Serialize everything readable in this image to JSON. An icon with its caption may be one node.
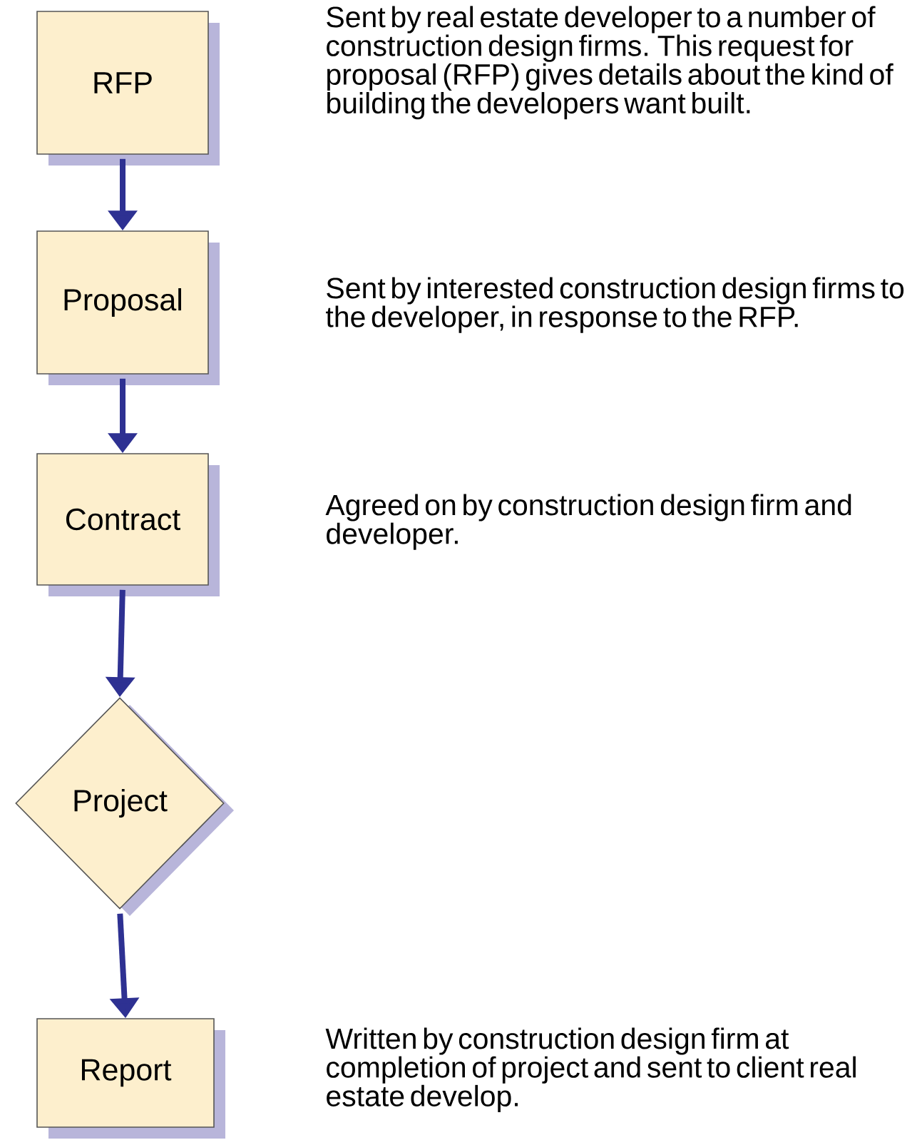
{
  "diagram": {
    "nodes": [
      {
        "text": [
          "RFP"
        ]
      },
      {
        "text": [
          "Proposal"
        ]
      },
      {
        "text": [
          "Contract"
        ]
      },
      {
        "text": [
          "Project"
        ]
      },
      {
        "text": [
          "Report"
        ]
      }
    ],
    "edges": [
      {
        "from": 0,
        "to": 1,
        "arrow": "to"
      },
      {
        "from": 1,
        "to": 2,
        "arrow": "to"
      },
      {
        "from": 2,
        "to": 3,
        "arrow": "to"
      },
      {
        "from": 3,
        "to": 4,
        "arrow": "to"
      }
    ],
    "labels": [
      "Sent by real estate developer to a number of construction design firms. This request for proposal (RFP) gives details about the kind of building the developers want built.",
      "Sent by interested construction design firms to the developer, in response to the RFP.",
      "Agreed on by construction design firm and developer.",
      "Written by construction design firm at completion of project and sent to client real estate develop."
    ]
  }
}
